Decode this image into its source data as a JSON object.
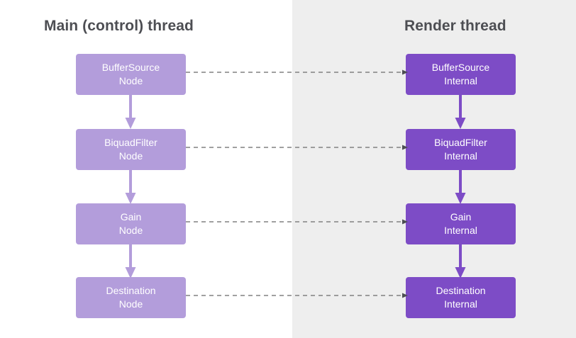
{
  "columns": {
    "left": {
      "title": "Main (control) thread",
      "background": "#ffffff",
      "node_color": "#b39ddb"
    },
    "right": {
      "title": "Render thread",
      "background": "#eeeeee",
      "node_color": "#7d4cc6"
    }
  },
  "colors": {
    "light_purple": "#b39ddb",
    "dark_purple": "#7d4cc6",
    "panel_gray": "#eeeeee",
    "title_text": "#4d4e53",
    "node_text": "#ffffff",
    "dashed_line": "#808080"
  },
  "nodes": {
    "left": [
      {
        "line1": "BufferSource",
        "line2": "Node"
      },
      {
        "line1": "BiquadFilter",
        "line2": "Node"
      },
      {
        "line1": "Gain",
        "line2": "Node"
      },
      {
        "line1": "Destination",
        "line2": "Node"
      }
    ],
    "right": [
      {
        "line1": "BufferSource",
        "line2": "Internal"
      },
      {
        "line1": "BiquadFilter",
        "line2": "Internal"
      },
      {
        "line1": "Gain",
        "line2": "Internal"
      },
      {
        "line1": "Destination",
        "line2": "Internal"
      }
    ]
  },
  "connections": {
    "vertical": {
      "style": "solid-arrow",
      "direction": "down",
      "count_per_column": 3
    },
    "horizontal": {
      "style": "dashed-arrow",
      "direction": "left-to-right",
      "count": 4
    }
  }
}
